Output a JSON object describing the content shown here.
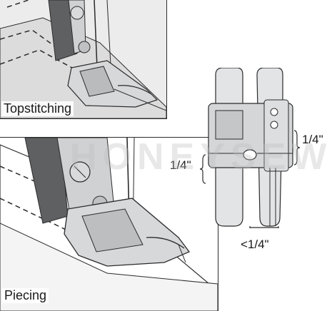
{
  "labels": {
    "topstitching": "Topstitching",
    "piecing": "Piecing",
    "right_gap": "1/4\"",
    "left_gap": "1/4\"",
    "bottom_gap": "<1/4\""
  },
  "watermark": "HONEYSEW",
  "colors": {
    "fabric_top": "#e3e3e3",
    "metal": "#d2d4d6",
    "metal_dark": "#9a9c9e",
    "outline": "#2b2b2b",
    "shank": "#555759"
  }
}
